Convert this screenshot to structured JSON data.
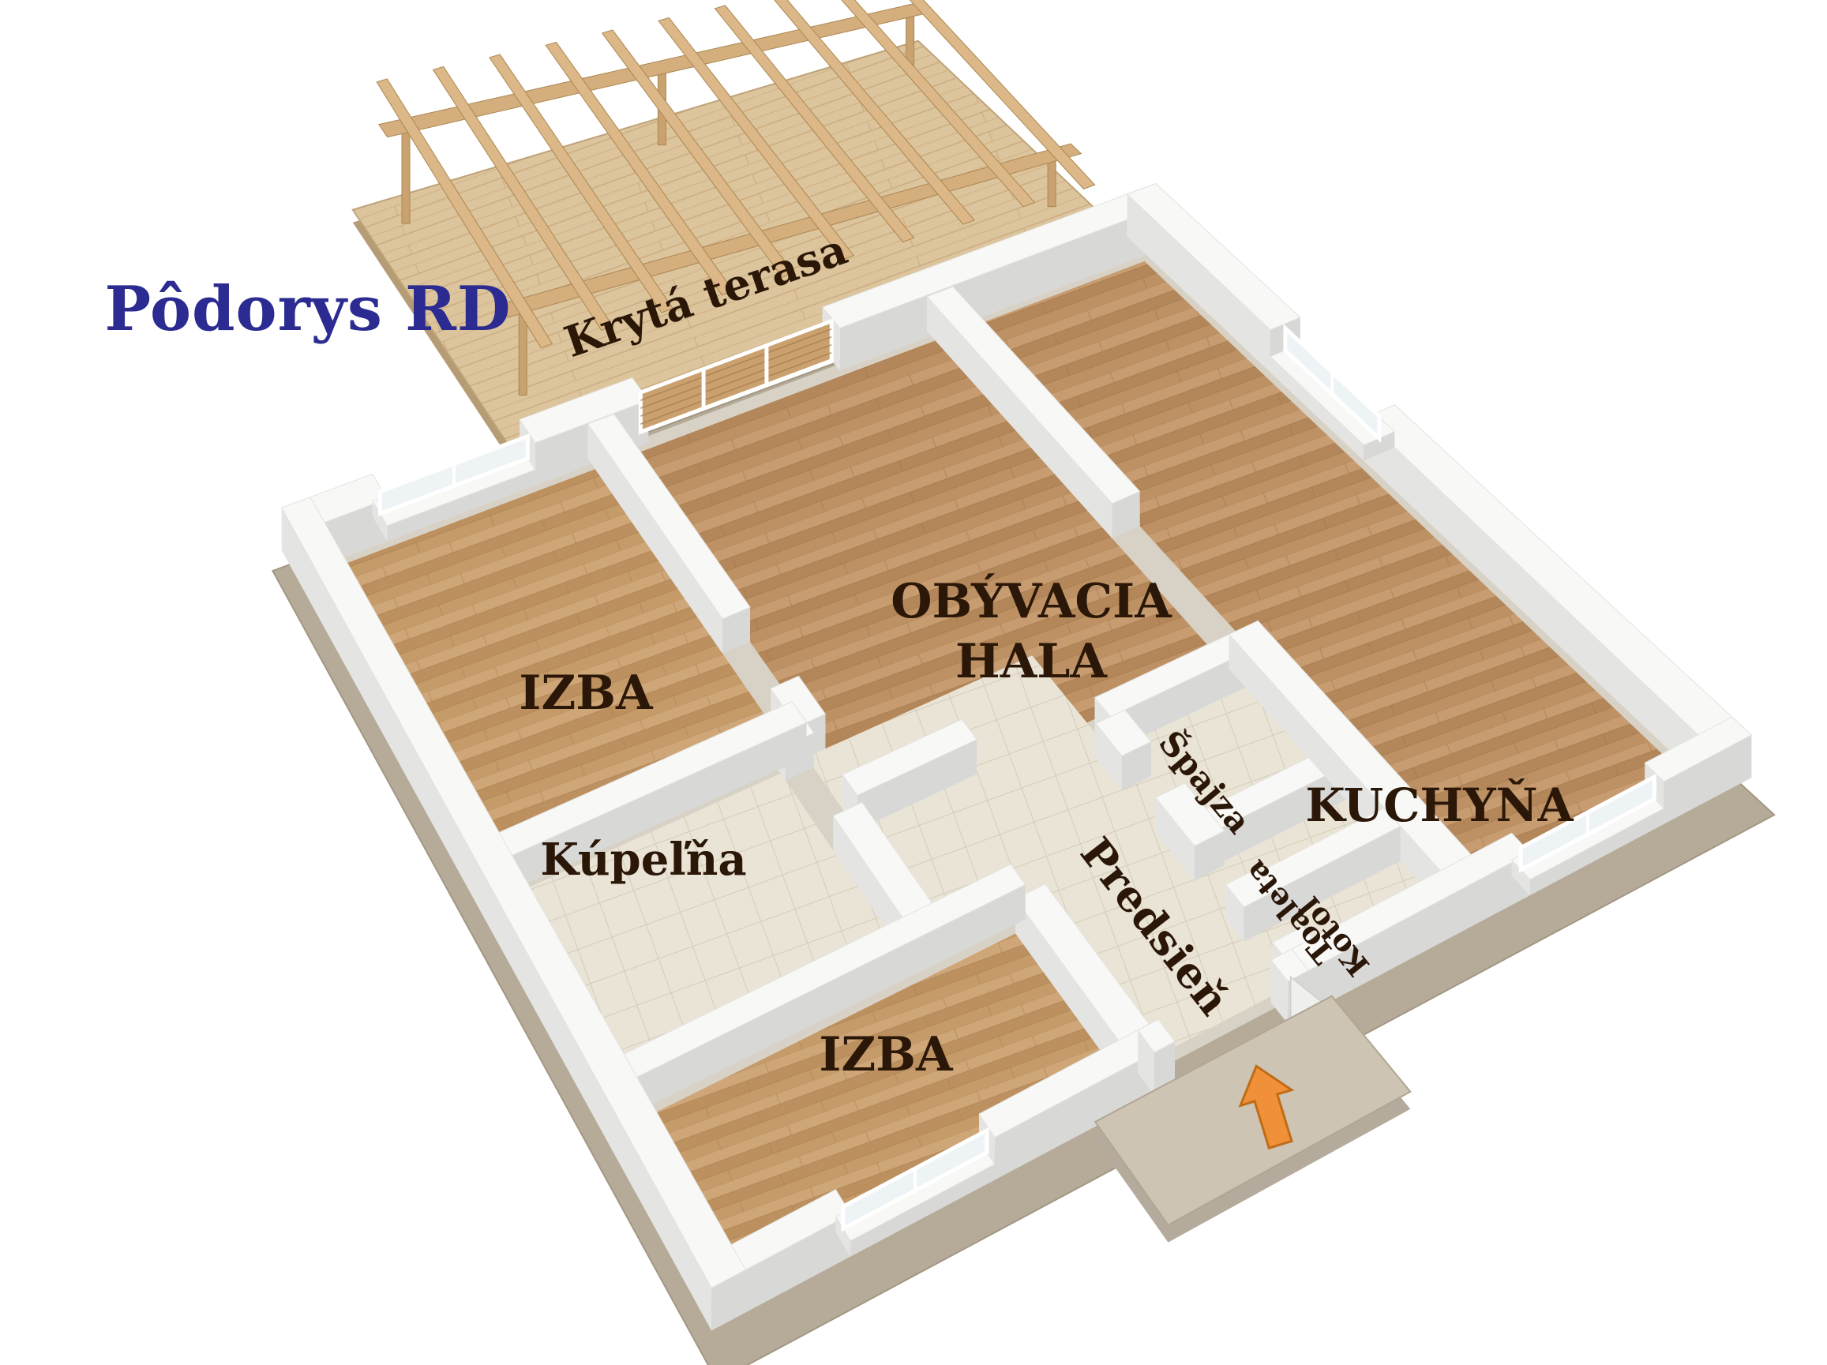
{
  "title": "Pôdorys RD",
  "colors": {
    "title_blue": "#2b2b91",
    "label_dark": "#2b1708",
    "arrow_orange": "#f09038",
    "arrow_edge": "#c06c17",
    "wall_top": "#f8f8f6",
    "wall_face_far": "#f2f2f0",
    "wall_face_sw": "#e4e4e2",
    "wall_face_se": "#d8d8d6",
    "foundation": "#b5ab98",
    "platform_top": "#cdc4b4",
    "platform_face": "#b5ab9c",
    "glass": "#eef3f5",
    "underlay": "#d8d2c6",
    "deck_edge": "#b59c74",
    "pergola_beam": "#d4ae7d",
    "pergola_rafter": "#dcb787",
    "pergola_post": "#caa26f",
    "pergola_wood_line": "#ab8752",
    "slat_wood": "#c9a06e"
  },
  "rooms": {
    "terrace": {
      "label": "Krytá terasa"
    },
    "izba_top": {
      "label": "IZBA"
    },
    "living_hall": {
      "line1": "OBÝVACIA",
      "line2": "HALA"
    },
    "kitchen": {
      "label": "KUCHYŇA"
    },
    "bathroom": {
      "label": "Kúpeľňa"
    },
    "hallway": {
      "label": "Predsieň"
    },
    "pantry": {
      "label": "Špajza"
    },
    "toilet": {
      "label": "Toaleta"
    },
    "boiler": {
      "label": "Kotol"
    },
    "izba_bottom": {
      "label": "IZBA"
    }
  }
}
